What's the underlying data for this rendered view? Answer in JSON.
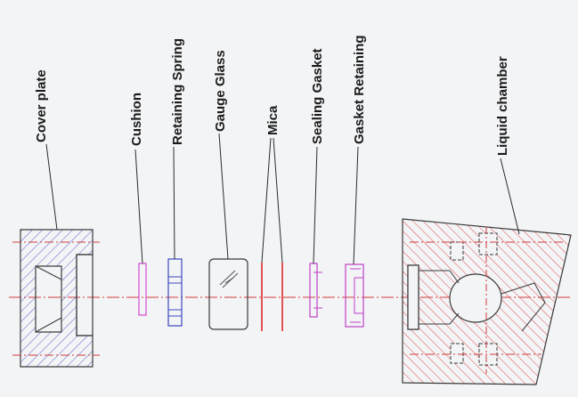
{
  "labels": {
    "cover_plate": "Cover plate",
    "cushion": "Cushion",
    "retaining_spring": "Retaining Spring",
    "gauge_glass": "Gauge Glass",
    "mica": "Mica",
    "sealing_gasket": "Sealing Gasket",
    "gasket_retaining": "Gasket Retaining",
    "liquid_chamber": "Liquid chamber"
  },
  "colors": {
    "background": "#f3f4f6",
    "outline": "#3a3a3a",
    "cover_hatch": "#5a62c8",
    "chamber_hatch": "#e04a4a",
    "cushion": "#d24bd2",
    "spring": "#3c48c0",
    "mica": "#e02a2a",
    "gasket": "#c040c8",
    "centerline": "#d23c3c"
  }
}
